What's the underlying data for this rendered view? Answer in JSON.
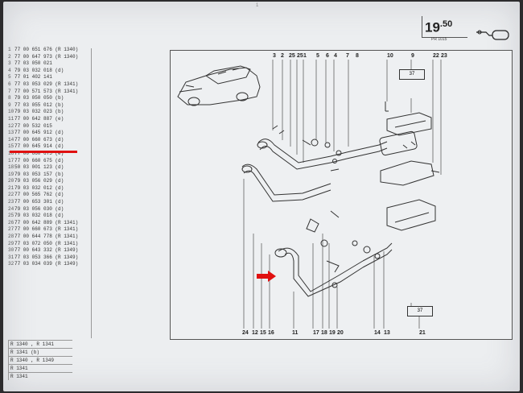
{
  "header": {
    "page_number": "19",
    "page_decimal": ".50",
    "page_ref": "PR 1015",
    "top_scribble": "1",
    "top_left_text": "",
    "muffler_icon": "muffler-icon"
  },
  "parts_list": [
    {
      "n": "1",
      "code": "77 00 651 676 (R 1340)"
    },
    {
      "n": "2",
      "code": "77 00 647 973 (R 1340)"
    },
    {
      "n": "3",
      "code": "77 03 050 021"
    },
    {
      "n": "4",
      "code": "79 03 032 018 (d)"
    },
    {
      "n": "5",
      "code": "77 01 402 141"
    },
    {
      "n": "6",
      "code": "77 03 053 029 (R 1341)"
    },
    {
      "n": "7",
      "code": "77 00 571 573 (R 1341)"
    },
    {
      "n": "8",
      "code": "79 03 050 050 (b)"
    },
    {
      "n": "9",
      "code": "77 03 055 012 (b)"
    },
    {
      "n": "10",
      "code": "79 03 032 023 (b)"
    },
    {
      "n": "11",
      "code": "77 00 642 887 (e)"
    },
    {
      "n": "12",
      "code": "77 00 532 015"
    },
    {
      "n": "13",
      "code": "77 00 645 912 (d)"
    },
    {
      "n": "14",
      "code": "77 00 660 673 (d)"
    },
    {
      "n": "15",
      "code": "77 00 645 914 (d)"
    },
    {
      "n": "16",
      "code": "77 00 660 675 (e)"
    },
    {
      "n": "17",
      "code": "77 00 660 675 (d)"
    },
    {
      "n": "18",
      "code": "50 03 001 123 (d)"
    },
    {
      "n": "19",
      "code": "79 03 053 157 (b)"
    },
    {
      "n": "20",
      "code": "79 03 056 029 (d)"
    },
    {
      "n": "21",
      "code": "79 03 032 012 (d)"
    },
    {
      "n": "22",
      "code": "77 00 565 762 (d)"
    },
    {
      "n": "23",
      "code": "77 00 653 301 (d)"
    },
    {
      "n": "24",
      "code": "79 03 056 030 (d)"
    },
    {
      "n": "25",
      "code": "79 03 032 018 (d)"
    },
    {
      "n": "26",
      "code": "77 00 642 889 (R 1341)"
    },
    {
      "n": "27",
      "code": "77 00 660 673 (R 1341)"
    },
    {
      "n": "28",
      "code": "77 00 644 778 (R 1341)"
    },
    {
      "n": "29",
      "code": "77 03 072 050 (R 1341)"
    },
    {
      "n": "30",
      "code": "77 00 643 332 (R 1349)"
    },
    {
      "n": "31",
      "code": "77 03 053 366 (R 1349)"
    },
    {
      "n": "32",
      "code": "77 03 034 039 (R 1349)"
    }
  ],
  "foot_list": [
    "R 1340 , R 1341",
    "R 1341 (b)",
    "R 1340 , R 1349",
    "R 1341",
    "R 1341"
  ],
  "callouts_top": [
    "3",
    "2",
    "25",
    "25",
    "1",
    "5",
    "6",
    "4",
    "7",
    "8",
    "10",
    "9",
    "22",
    "23"
  ],
  "callouts_bottom": [
    "24",
    "12",
    "15",
    "16",
    "11",
    "17",
    "18",
    "19",
    "20",
    "14",
    "13",
    "21"
  ],
  "ref_boxes": [
    "37",
    "37"
  ],
  "colors": {
    "highlight": "#e01010",
    "ink": "#222222"
  }
}
